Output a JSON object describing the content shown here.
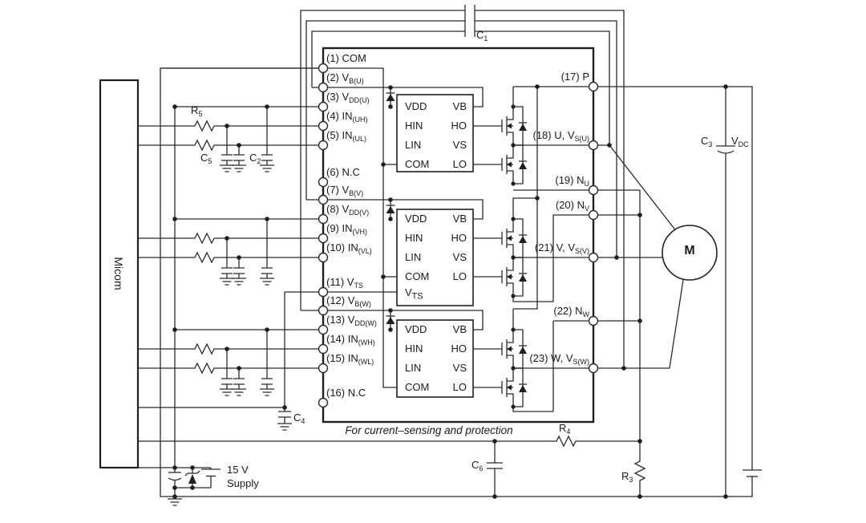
{
  "micom": {
    "label": "Micom"
  },
  "ic": {
    "left_pins": [
      "(1) COM",
      "(2) V~B(U)~",
      "(3) V~DD(U)~",
      "(4) IN~(UH)~",
      "(5) IN~(UL)~",
      "(6) N.C",
      "(7) V~B(V)~",
      "(8) V~DD(V)~",
      "(9) IN~(VH)~",
      "(10) IN~(VL)~",
      "(11) V~TS~",
      "(12) V~B(W)~",
      "(13) V~DD(W)~",
      "(14) IN~(WH)~",
      "(15) IN~(WL)~",
      "(16) N.C"
    ],
    "right_pins": [
      "(17) P",
      "(18) U, V~S(U)~",
      "(19) N~U~",
      "(20) N~V~",
      "(21) V, V~S(V)~",
      "(22) N~W~",
      "(23) W, V~S(W)~"
    ],
    "note": "For current–sensing and protection"
  },
  "driver_blocks": [
    {
      "left": [
        "VDD",
        "HIN",
        "LIN",
        "COM"
      ],
      "right": [
        "VB",
        "HO",
        "VS",
        "LO"
      ]
    },
    {
      "left": [
        "VDD",
        "HIN",
        "LIN",
        "COM"
      ],
      "right": [
        "VB",
        "HO",
        "VS",
        "LO"
      ],
      "extra": "V~TS~"
    },
    {
      "left": [
        "VDD",
        "HIN",
        "LIN",
        "COM"
      ],
      "right": [
        "VB",
        "HO",
        "VS",
        "LO"
      ]
    }
  ],
  "components": {
    "c1": "C~1~",
    "r5": "R~5~",
    "c5": "C~5~",
    "c2": "C~2~",
    "c3": "C~3~",
    "c4": "C~4~",
    "c6": "C~6~",
    "r4": "R~4~",
    "r3": "R~3~",
    "vdc": "V~DC~",
    "motor": "M",
    "supply_line1": "15 V",
    "supply_line2": "Supply"
  },
  "colors": {
    "line": "#2b2b2b",
    "text": "#1a1a1a",
    "background": "#ffffff"
  }
}
